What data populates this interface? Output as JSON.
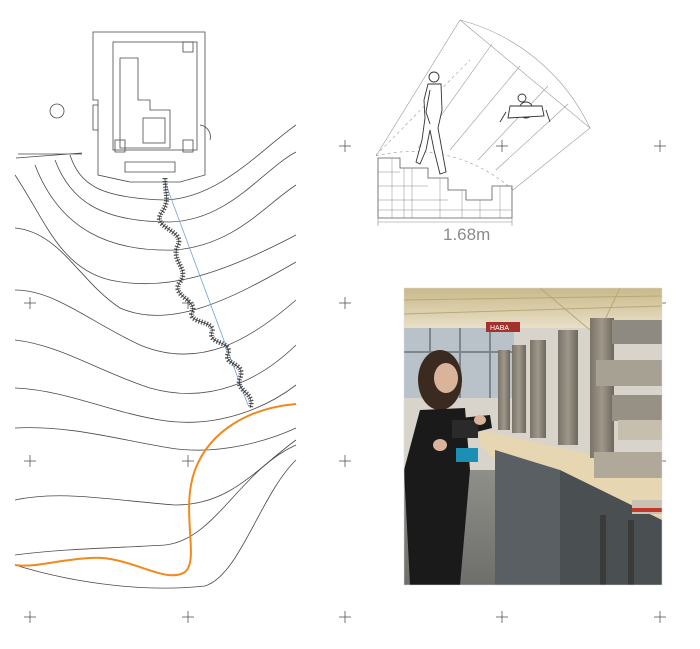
{
  "section": {
    "dimension_label": "1.68m"
  },
  "colors": {
    "line": "#4a4a4a",
    "path": "#f08a1c",
    "axis": "#6fa3d8",
    "hatch": "#8a8a8a"
  },
  "icons": [
    "crosshair-mark",
    "person-walking-figure",
    "person-top-view-figure",
    "stair-section",
    "site-plan-building"
  ],
  "photo": {
    "sign_text": "HABA"
  }
}
